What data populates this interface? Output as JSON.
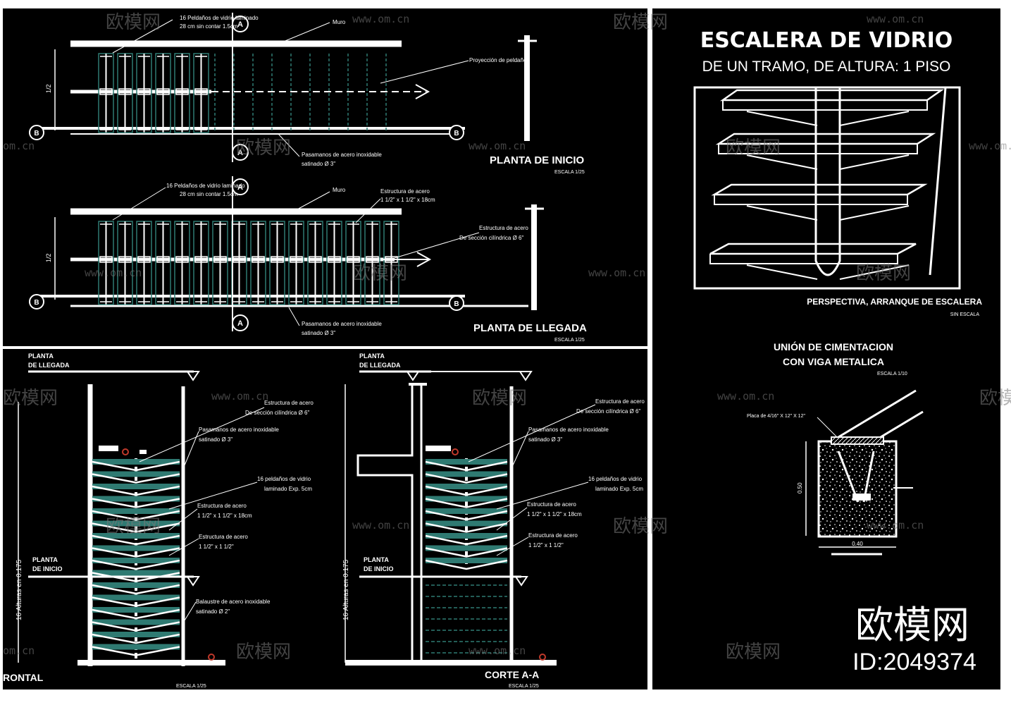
{
  "sheet": {
    "title": "ESCALERA DE VIDRIO",
    "subtitle": "DE UN TRAMO, DE ALTURA: 1 PISO"
  },
  "planta_inicio": {
    "title": "PLANTA DE INICIO",
    "scale": "ESCALA 1/25",
    "note_steps_1": "16 Peldaños de vidrio laminado",
    "note_steps_2": "28 cm sin contar 1.5cm",
    "note_muro": "Muro",
    "note_proyeccion": "Proyección de peldaños",
    "note_pasamanos_1": "Pasamanos de acero inoxidable",
    "note_pasamanos_2": "satinado Ø 3\"",
    "dim_half": "1/2",
    "section_a": "A",
    "section_b": "B"
  },
  "planta_llegada": {
    "title": "PLANTA DE LLEGADA",
    "scale": "ESCALA 1/25",
    "note_steps_1": "16 Peldaños de vidrio laminado",
    "note_steps_2": "28 cm sin contar 1.5cm",
    "note_muro": "Muro",
    "note_estructura_1": "Estructura de acero",
    "note_estructura_2": "1 1/2\" x 1 1/2\" x 18cm",
    "note_cilindro_1": "Estructura de acero",
    "note_cilindro_2": "De sección cilíndrica Ø 6\"",
    "note_pasamanos_1": "Pasamanos de acero inoxidable",
    "note_pasamanos_2": "satinado Ø 3\"",
    "dim_half": "1/2",
    "section_a": "A",
    "section_b": "B"
  },
  "frontal": {
    "title": "RONTAL",
    "scale": "ESCALA 1/25",
    "level_top_1": "PLANTA",
    "level_top_2": "DE LLEGADA",
    "level_mid_1": "PLANTA",
    "level_mid_2": "DE INICIO",
    "dim_vertical": "16 Alturas en 0.175",
    "note_cilindro_1": "Estructura de acero",
    "note_cilindro_2": "De sección cilíndrica Ø 6\"",
    "note_pasamanos_1": "Pasamanos de acero inoxidable",
    "note_pasamanos_2": "satinado Ø 3\"",
    "note_peldanos_1": "16 peldaños de vidrio",
    "note_peldanos_2": "laminado Exp. 5cm",
    "note_estr1_1": "Estructura de acero",
    "note_estr1_2": "1 1/2\" x 1 1/2\" x 18cm",
    "note_estr2_1": "Estructura de acero",
    "note_estr2_2": "1 1/2\" x 1 1/2\"",
    "note_balaustre_1": "Balaustre de acero inoxidable",
    "note_balaustre_2": "satinado Ø 2\""
  },
  "corte": {
    "title": "CORTE A-A",
    "scale": "ESCALA 1/25",
    "level_top_1": "PLANTA",
    "level_top_2": "DE LLEGADA",
    "level_mid_1": "PLANTA",
    "level_mid_2": "DE INICIO",
    "dim_vertical": "16 Alturas en 0.175",
    "note_cilindro_1": "Estructura de acero",
    "note_cilindro_2": "De sección cilíndrica Ø 6\"",
    "note_pasamanos_1": "Pasamanos de acero inoxidable",
    "note_pasamanos_2": "satinado Ø 3\"",
    "note_peldanos_1": "16 peldaños de vidrio",
    "note_peldanos_2": "laminado Exp. 5cm",
    "note_estr1_1": "Estructura de acero",
    "note_estr1_2": "1 1/2\" x 1 1/2\" x 18cm",
    "note_estr2_1": "Estructura de acero",
    "note_estr2_2": "1 1/2\" x 1 1/2\""
  },
  "perspectiva": {
    "title": "PERSPECTIVA, ARRANQUE DE ESCALERA",
    "scale": "SIN ESCALA"
  },
  "union": {
    "title_1": "UNIÓN DE CIMENTACION",
    "title_2": "CON VIGA METALICA",
    "scale": "ESCALA 1/10",
    "note_placa": "Placa de 4/16\" X 12\" X 12\"",
    "dim_height": "0.50",
    "dim_width": "0.40"
  },
  "watermark": {
    "brand": "欧模网",
    "url": "www.om.cn",
    "url_short": "om.cn",
    "id": "ID:2049374"
  },
  "colors": {
    "background": "#000000",
    "line": "#ffffff",
    "glass": "#2f7a72",
    "accent_red": "#c0392b"
  }
}
